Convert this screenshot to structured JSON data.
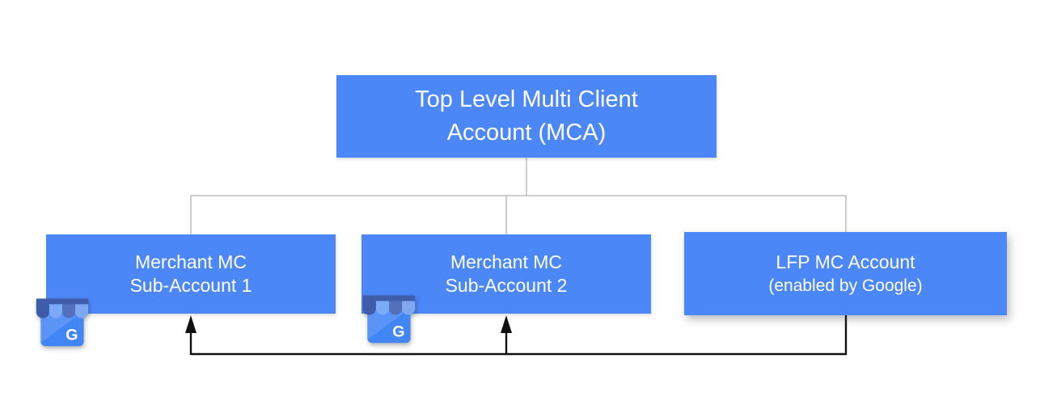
{
  "colors": {
    "box-blue": "#4c87f7",
    "box-text": "#ffffff",
    "connector-gray": "#bdbdbd",
    "connector-black": "#111111",
    "awning-dark": "#3e5ca9",
    "awning-light": "#7baaf7",
    "awning-med": "#5470bd",
    "awning-light2": "#7fa8f0",
    "store-body": "#4285f4",
    "store-fold": "#5b94f7"
  },
  "diagram": {
    "root": {
      "line1": "Top Level Multi Client",
      "line2": "Account (MCA)"
    },
    "children": [
      {
        "line1": "Merchant MC",
        "line2": "Sub-Account 1"
      },
      {
        "line1": "Merchant MC",
        "line2": "Sub-Account 2"
      },
      {
        "line1": "LFP MC Account",
        "line2": "(enabled by Google)"
      }
    ],
    "icons": [
      {
        "name": "google-my-business",
        "letter": "G"
      },
      {
        "name": "google-my-business",
        "letter": "G"
      }
    ]
  }
}
